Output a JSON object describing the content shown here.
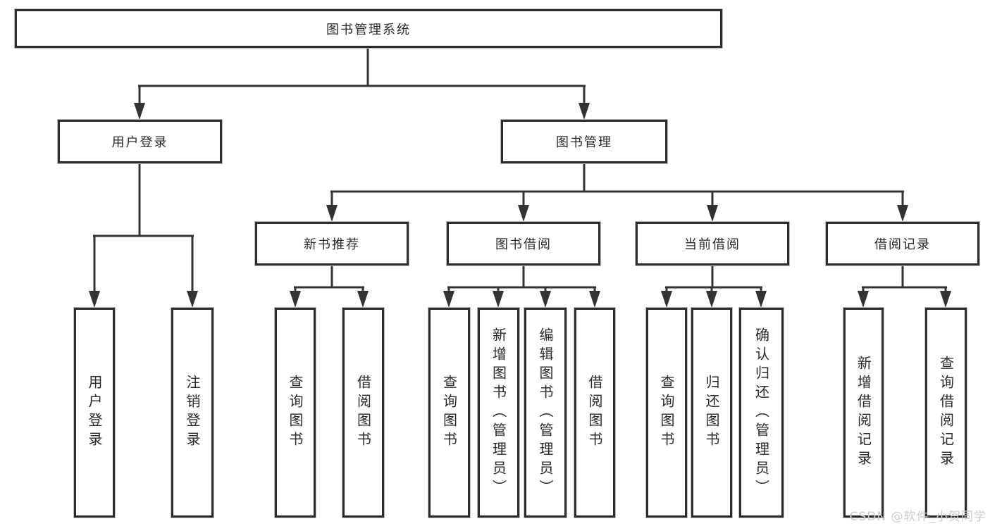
{
  "diagram": {
    "title": "图书管理系统",
    "tree": {
      "root": {
        "label": "图书管理系统"
      },
      "level2": [
        {
          "label": "用户登录"
        },
        {
          "label": "图书管理"
        }
      ],
      "level3": [
        {
          "label": "新书推荐",
          "parent": "图书管理"
        },
        {
          "label": "图书借阅",
          "parent": "图书管理"
        },
        {
          "label": "当前借阅",
          "parent": "图书管理"
        },
        {
          "label": "借阅记录",
          "parent": "图书管理"
        }
      ],
      "leaves": [
        {
          "label": "用户登录",
          "parent": "用户登录"
        },
        {
          "label": "注销登录",
          "parent": "用户登录"
        },
        {
          "label": "查询图书",
          "parent": "新书推荐"
        },
        {
          "label": "借阅图书",
          "parent": "新书推荐"
        },
        {
          "label": "查询图书",
          "parent": "图书借阅"
        },
        {
          "label": "新增图书（管理员）",
          "parent": "图书借阅"
        },
        {
          "label": "编辑图书（管理员）",
          "parent": "图书借阅"
        },
        {
          "label": "借阅图书",
          "parent": "图书借阅"
        },
        {
          "label": "查询图书",
          "parent": "当前借阅"
        },
        {
          "label": "归还图书",
          "parent": "当前借阅"
        },
        {
          "label": "确认归还（管理员）",
          "parent": "当前借阅"
        },
        {
          "label": "新增借阅记录",
          "parent": "借阅记录"
        },
        {
          "label": "查询借阅记录",
          "parent": "借阅记录"
        }
      ]
    },
    "colors": {
      "line": "#333333",
      "box_border": "#2d2d2d",
      "box_fill": "#ffffff",
      "text": "#2a2a2a",
      "watermark": "#cdcdcd"
    }
  },
  "watermark": {
    "text": "CSDN @软件_小贺同学"
  }
}
